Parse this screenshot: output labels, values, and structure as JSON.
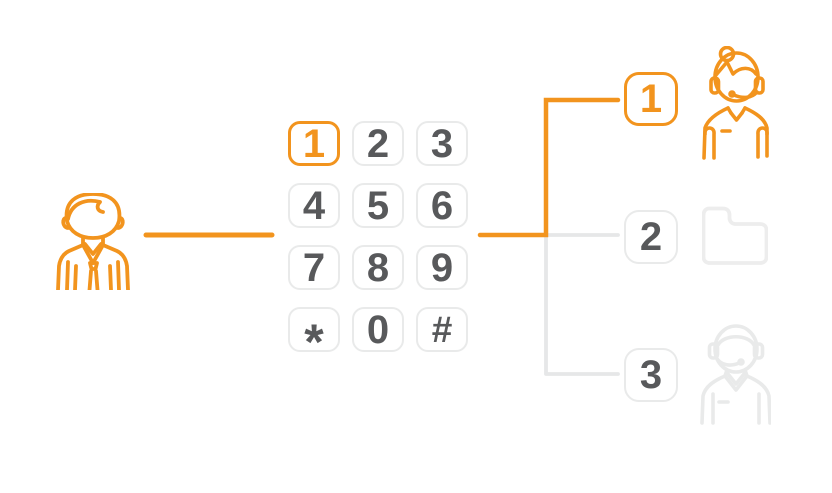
{
  "caller": {
    "icon": "caller-person-icon"
  },
  "keypad": {
    "keys": [
      "1",
      "2",
      "3",
      "4",
      "5",
      "6",
      "7",
      "8",
      "9",
      "*",
      "0",
      "#"
    ],
    "pressed_key": "1"
  },
  "menu": {
    "options": [
      {
        "key": "1",
        "icon": "support-agent-female-icon",
        "highlighted": true
      },
      {
        "key": "2",
        "icon": "folder-icon",
        "highlighted": false
      },
      {
        "key": "3",
        "icon": "support-agent-male-icon",
        "highlighted": false
      }
    ]
  },
  "colors": {
    "accent_orange": "#F2941E",
    "key_text": "#58595B",
    "key_border": "#E9EAEA",
    "connector_gray": "#E6E7E8",
    "muted_icon_light": "#EDEDED",
    "muted_icon": "#E9EAEA",
    "background": "#FFFFFF"
  }
}
